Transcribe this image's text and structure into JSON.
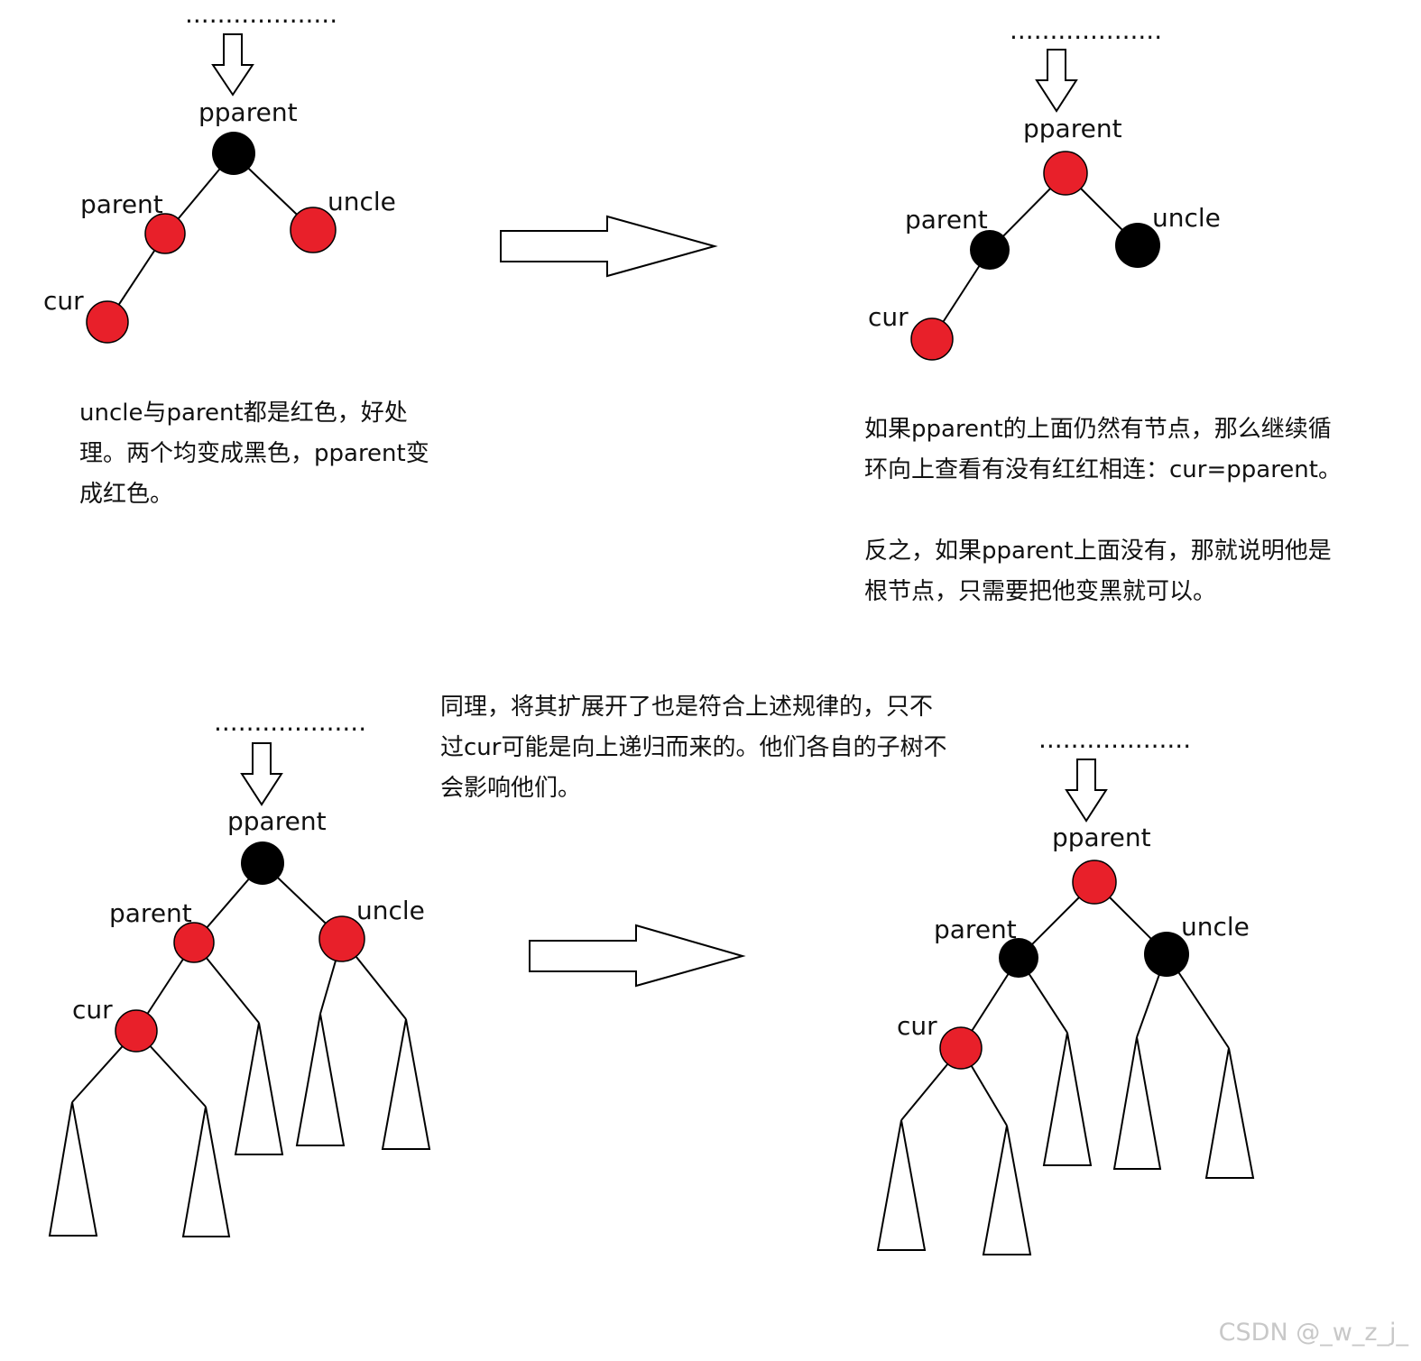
{
  "labels": {
    "pparent": "pparent",
    "parent": "parent",
    "uncle": "uncle",
    "cur": "cur",
    "dots": "..................."
  },
  "colors": {
    "red": "#e8202a",
    "black": "#000000"
  },
  "notes": {
    "note1": "uncle与parent都是红色，好处理。两个均变成黑色，pparent变成红色。",
    "note2_line1": "如果pparent的上面仍然有节点，那么继续循环向上查看有没有红红相连：cur=pparent。",
    "note2_line2": "反之，如果pparent上面没有，那就说明他是根节点，只需要把他变黑就可以。",
    "note3": "同理，将其扩展开了也是符合上述规律的，只不过cur可能是向上递归而来的。他们各自的子树不会影响他们。"
  },
  "watermark": "CSDN @_w_z_j_"
}
